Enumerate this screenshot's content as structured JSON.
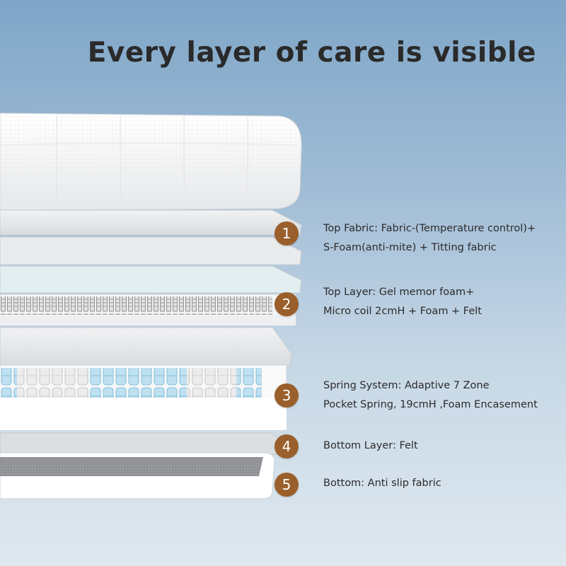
{
  "title": "Every layer of care is visible",
  "colors": {
    "badge": "#9a5f2a",
    "text": "#2b2b2b",
    "accent_spring": "#6fb6d9"
  },
  "layers": [
    {
      "number": "1",
      "line1": "Top Fabric: Fabric-(Temperature control)+",
      "line2": "S-Foam(anti-mite) + Titting fabric"
    },
    {
      "number": "2",
      "line1": "Top Layer: Gel memor foam+",
      "line2": "Micro coil 2cmH + Foam + Felt"
    },
    {
      "number": "3",
      "line1": "Spring System: Adaptive 7 Zone",
      "line2": "Pocket Spring, 19cmH ,Foam Encasement"
    },
    {
      "number": "4",
      "line1": "Bottom Layer: Felt"
    },
    {
      "number": "5",
      "line1": "Bottom: Anti slip fabric"
    }
  ]
}
